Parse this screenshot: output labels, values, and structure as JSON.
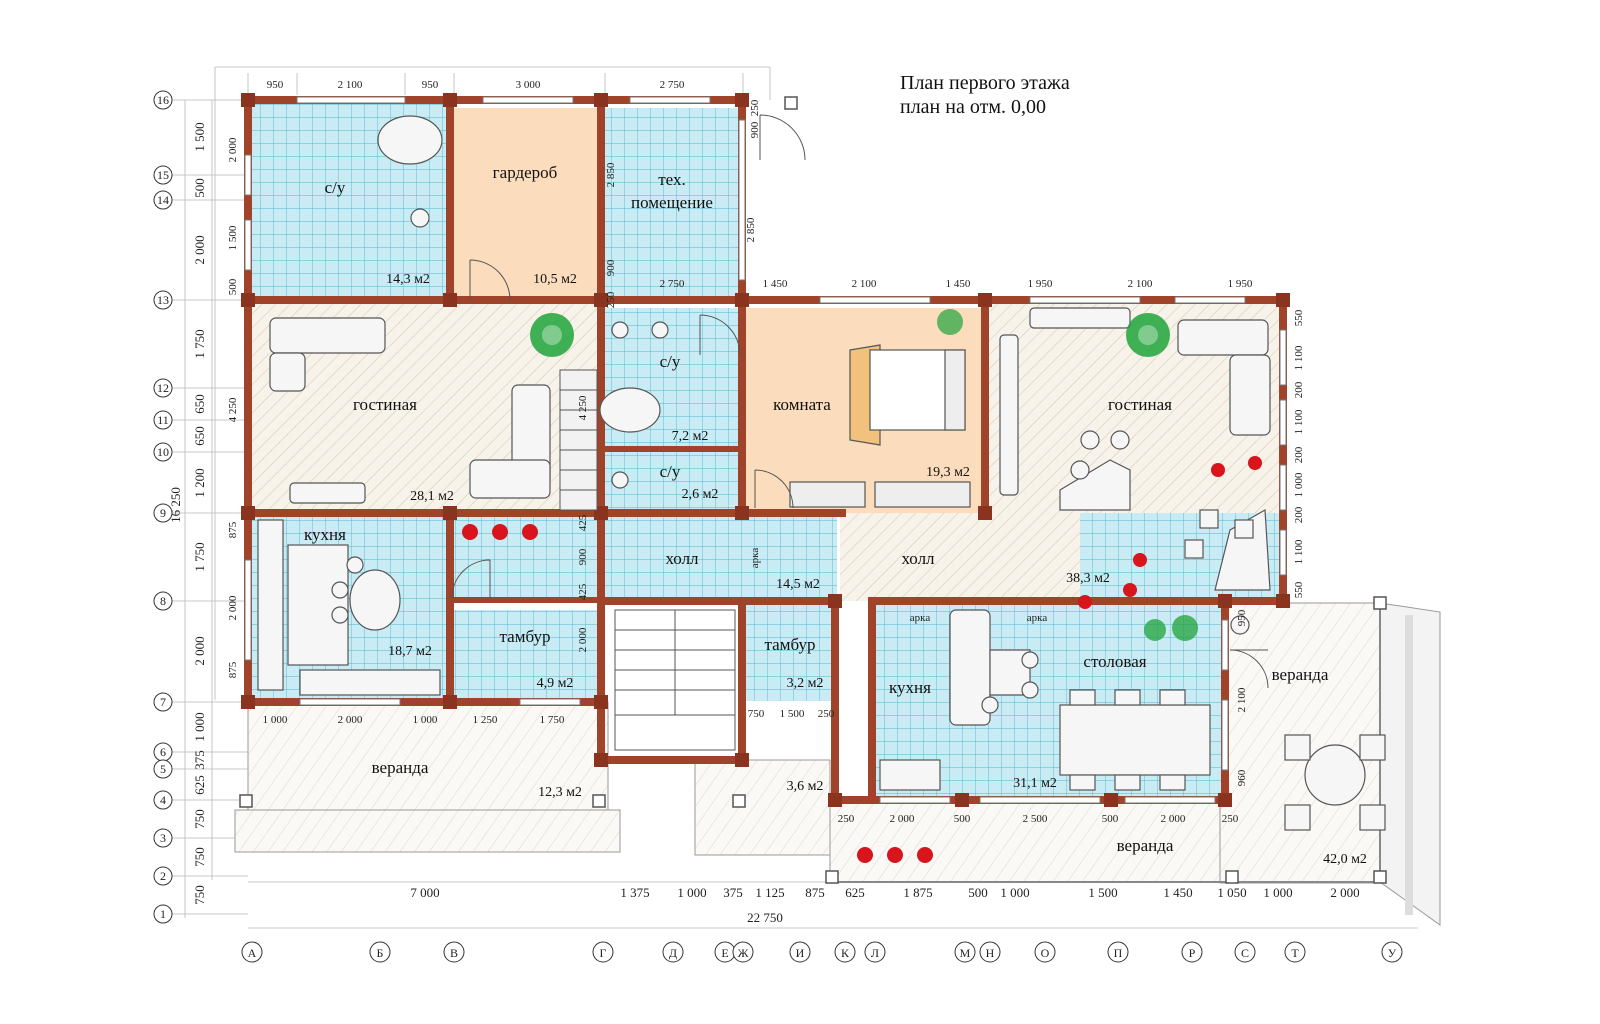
{
  "title": {
    "line1": "План первого этажа",
    "line2": "план на отм. 0,00"
  },
  "rooms": [
    {
      "label": "с/у",
      "area": "14,3 м2"
    },
    {
      "label": "гардероб",
      "area": "10,5 м2"
    },
    {
      "label": "тех.",
      "label2": "помещение"
    },
    {
      "label": "гостиная",
      "area": "28,1 м2"
    },
    {
      "label": "с/у",
      "area": "7,2 м2"
    },
    {
      "label": "с/у",
      "area": "2,6 м2"
    },
    {
      "label": "комната",
      "area": "19,3 м2"
    },
    {
      "label": "гостиная",
      "area": "38,3 м2"
    },
    {
      "label": "кухня",
      "area": "18,7 м2"
    },
    {
      "label": "тамбур",
      "area": "4,9 м2"
    },
    {
      "label": "холл",
      "area": "14,5 м2"
    },
    {
      "label": "холл"
    },
    {
      "label": "тамбур",
      "area": "3,2 м2"
    },
    {
      "label": "кухня"
    },
    {
      "label": "столовая",
      "area": "31,1 м2"
    },
    {
      "label": "веранда",
      "area": "12,3 м2"
    },
    {
      "label": "веранда"
    },
    {
      "label": "веранда",
      "area": "42,0 м2"
    },
    {
      "area": "3,6 м2"
    }
  ],
  "notes": {
    "arch": "арка"
  },
  "top_dims": [
    "950",
    "2 100",
    "950",
    "3 000",
    "2 750"
  ],
  "mid_dims": [
    "1 450",
    "2 100",
    "1 450",
    "1 950",
    "2 100",
    "1 950",
    "2 750",
    "900",
    "250"
  ],
  "left_dims": [
    "1 500",
    "500",
    "2 000",
    "1 750",
    "650",
    "650",
    "1 200",
    "1 750",
    "2 000",
    "1 000",
    "375",
    "625",
    "750",
    "750",
    "750"
  ],
  "left_total": "16 250",
  "inner_left_dims": [
    "2 000",
    "1 500",
    "500",
    "4 250",
    "875",
    "2 000",
    "875"
  ],
  "inner_mid_dims": [
    "2 850",
    "2 850",
    "900",
    "250",
    "4 250",
    "425",
    "900",
    "425",
    "2 000"
  ],
  "right_dims": [
    "550",
    "1 100",
    "200",
    "1 100",
    "200",
    "1 000",
    "200",
    "1 100",
    "550"
  ],
  "row7_dims": [
    "1 000",
    "2 000",
    "1 000",
    "1 250",
    "1 750"
  ],
  "tambur_dims": [
    "750",
    "1 500",
    "250"
  ],
  "row4_dims": [
    "250",
    "2 000",
    "500",
    "2 500",
    "500",
    "2 000",
    "250"
  ],
  "veranda_dims": [
    "950",
    "2 100",
    "960"
  ],
  "bottom_dims": [
    "7 000",
    "1 375",
    "1 000",
    "375",
    "1 125",
    "875",
    "625",
    "1 875",
    "500",
    "1 000",
    "1 500",
    "1 450",
    "1 050",
    "1 000",
    "2 000"
  ],
  "bottom_total": "22 750",
  "row_axes": [
    "16",
    "15",
    "14",
    "13",
    "12",
    "11",
    "10",
    "9",
    "8",
    "7",
    "6",
    "5",
    "4",
    "3",
    "2",
    "1"
  ],
  "col_axes": [
    "А",
    "Б",
    "В",
    "Г",
    "Д",
    "Е",
    "Ж",
    "И",
    "К",
    "Л",
    "М",
    "Н",
    "О",
    "П",
    "Р",
    "С",
    "Т",
    "У"
  ],
  "colors": {
    "wall": "#a0432b",
    "tile": "#c9ecf4",
    "tileline": "#4fb6d0",
    "peach": "#fbdcbc",
    "hatch": "#d8cbb6",
    "plant": "#1fa33a",
    "flower": "#d8141c"
  }
}
